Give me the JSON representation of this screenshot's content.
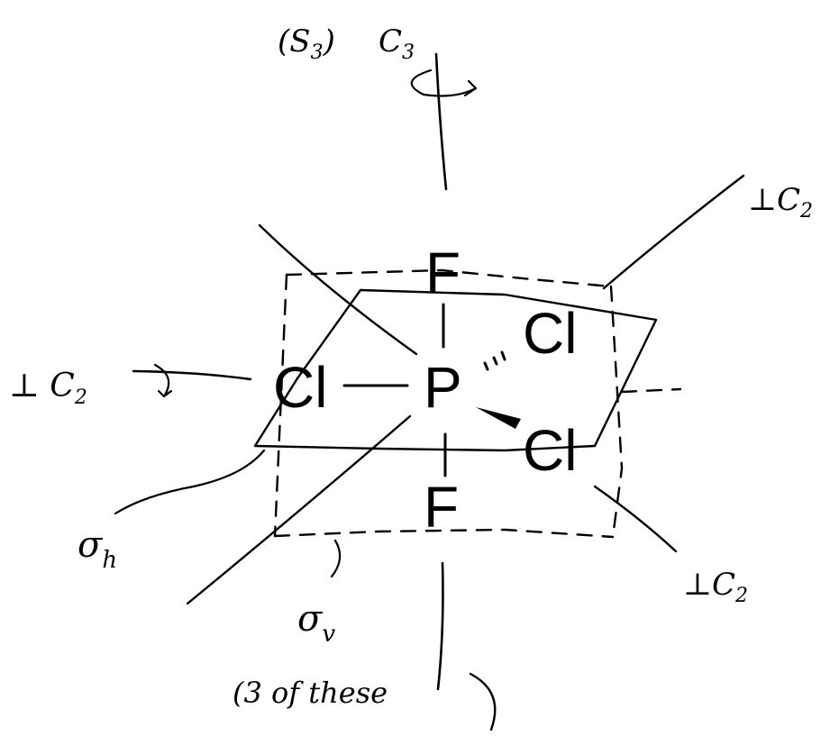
{
  "molecule": {
    "central": "P",
    "axial_top": "F",
    "axial_bottom": "F",
    "equatorial_left": "Cl",
    "equatorial_back": "Cl",
    "equatorial_front": "Cl"
  },
  "annotations": {
    "s3": "(S",
    "s3_sub": "3",
    "s3_close": ")",
    "c3": "C",
    "c3_sub": "3",
    "c2_left": "⊥ C",
    "c2_left_sub": "2",
    "c2_upper_right": "⊥C",
    "c2_upper_right_sub": "2",
    "c2_lower_right": "⊥C",
    "c2_lower_right_sub": "2",
    "sigma_h": "σ",
    "sigma_h_sub": "h",
    "sigma_v": "σ",
    "sigma_v_sub": "v",
    "three_of_these": "(3 of these"
  }
}
